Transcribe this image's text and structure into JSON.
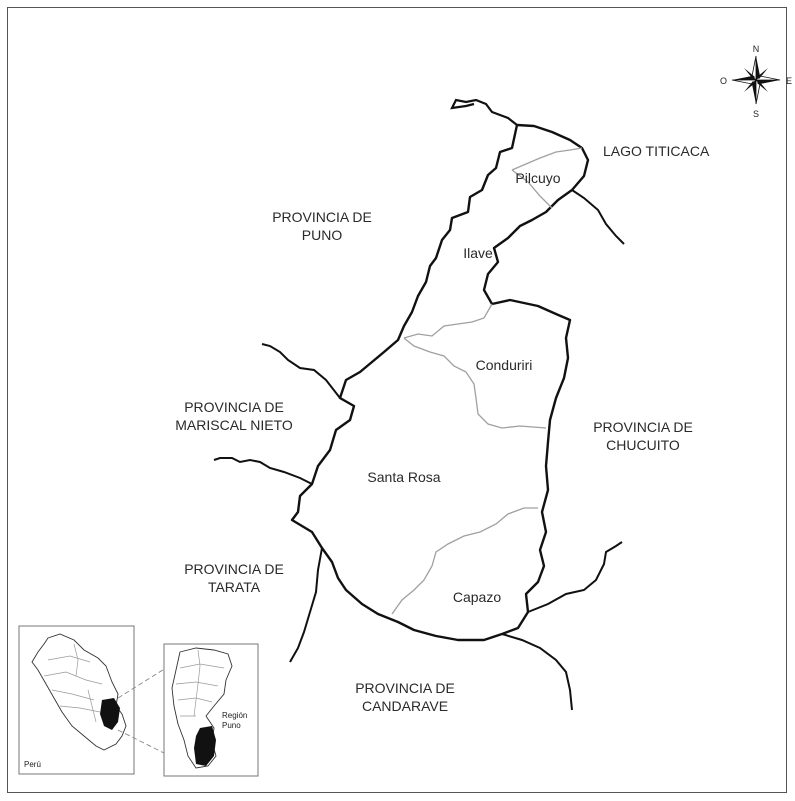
{
  "compass": {
    "north": "N",
    "south": "S",
    "east": "E",
    "west": "O"
  },
  "neighbors": {
    "lago": "LAGO TITICACA",
    "puno": [
      "PROVINCIA DE",
      "PUNO"
    ],
    "mariscal": [
      "PROVINCIA DE",
      "MARISCAL NIETO"
    ],
    "chucuito": [
      "PROVINCIA DE",
      "CHUCUITO"
    ],
    "tarata": [
      "PROVINCIA DE",
      "TARATA"
    ],
    "candarave": [
      "PROVINCIA DE",
      "CANDARAVE"
    ]
  },
  "districts": {
    "pilcuyo": "Pilcuyo",
    "ilave": "Ilave",
    "conduriri": "Conduriri",
    "santa_rosa": "Santa Rosa",
    "capazo": "Capazo"
  },
  "inset": {
    "country": "Perú",
    "region": [
      "Región",
      "Puno"
    ]
  },
  "colors": {
    "border": "#111111",
    "district_line": "#a0a0a0",
    "fill": "#111111"
  }
}
